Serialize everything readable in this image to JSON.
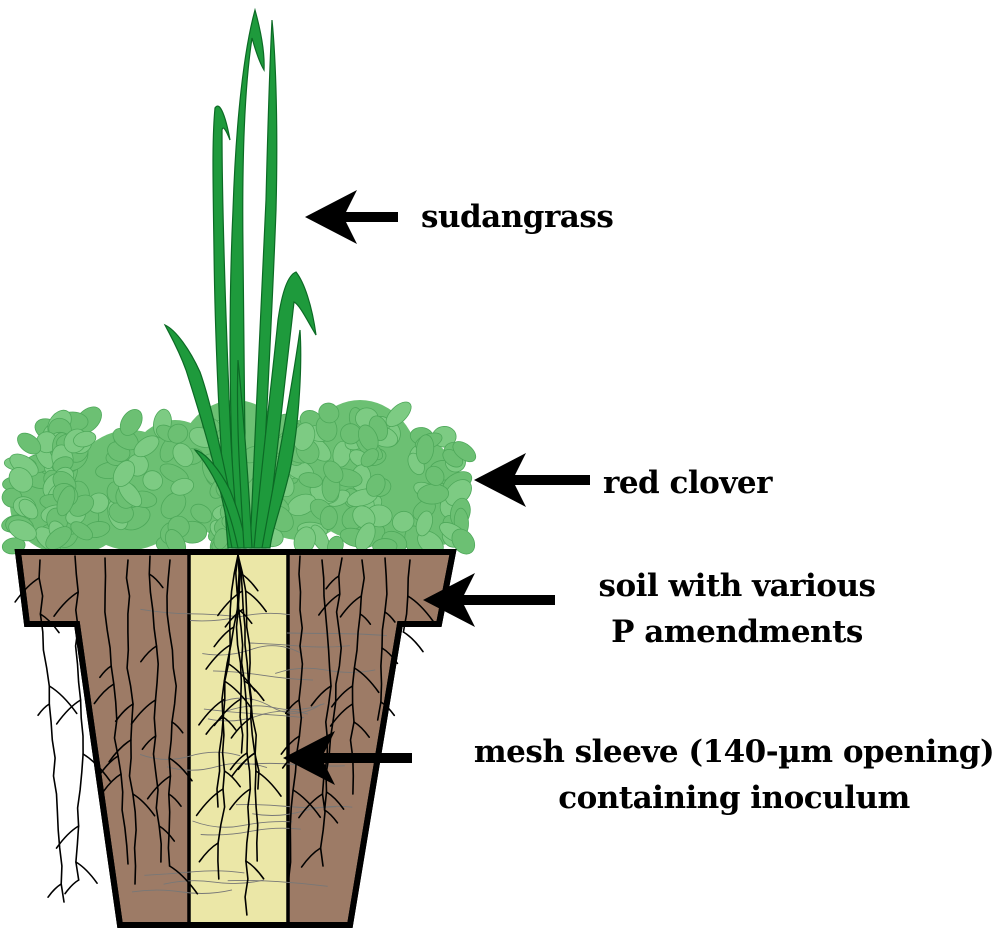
{
  "colors": {
    "soil": "#9d7b66",
    "mesh_sleeve": "#ebe7a7",
    "sudangrass": "#1e9a3c",
    "red_clover": "#6cc073",
    "outline": "#000000"
  },
  "labels": {
    "sudangrass": "sudangrass",
    "red_clover": "red clover",
    "soil_line1": "soil with various",
    "soil_line2": "P amendments",
    "mesh_line1": "mesh sleeve (140-µm opening)",
    "mesh_line2": "containing inoculum"
  },
  "icons": {
    "pointer": "left-arrow-icon",
    "pot": "flower-pot-icon",
    "grass": "grass-blades-icon",
    "clover": "clover-clump-icon"
  }
}
